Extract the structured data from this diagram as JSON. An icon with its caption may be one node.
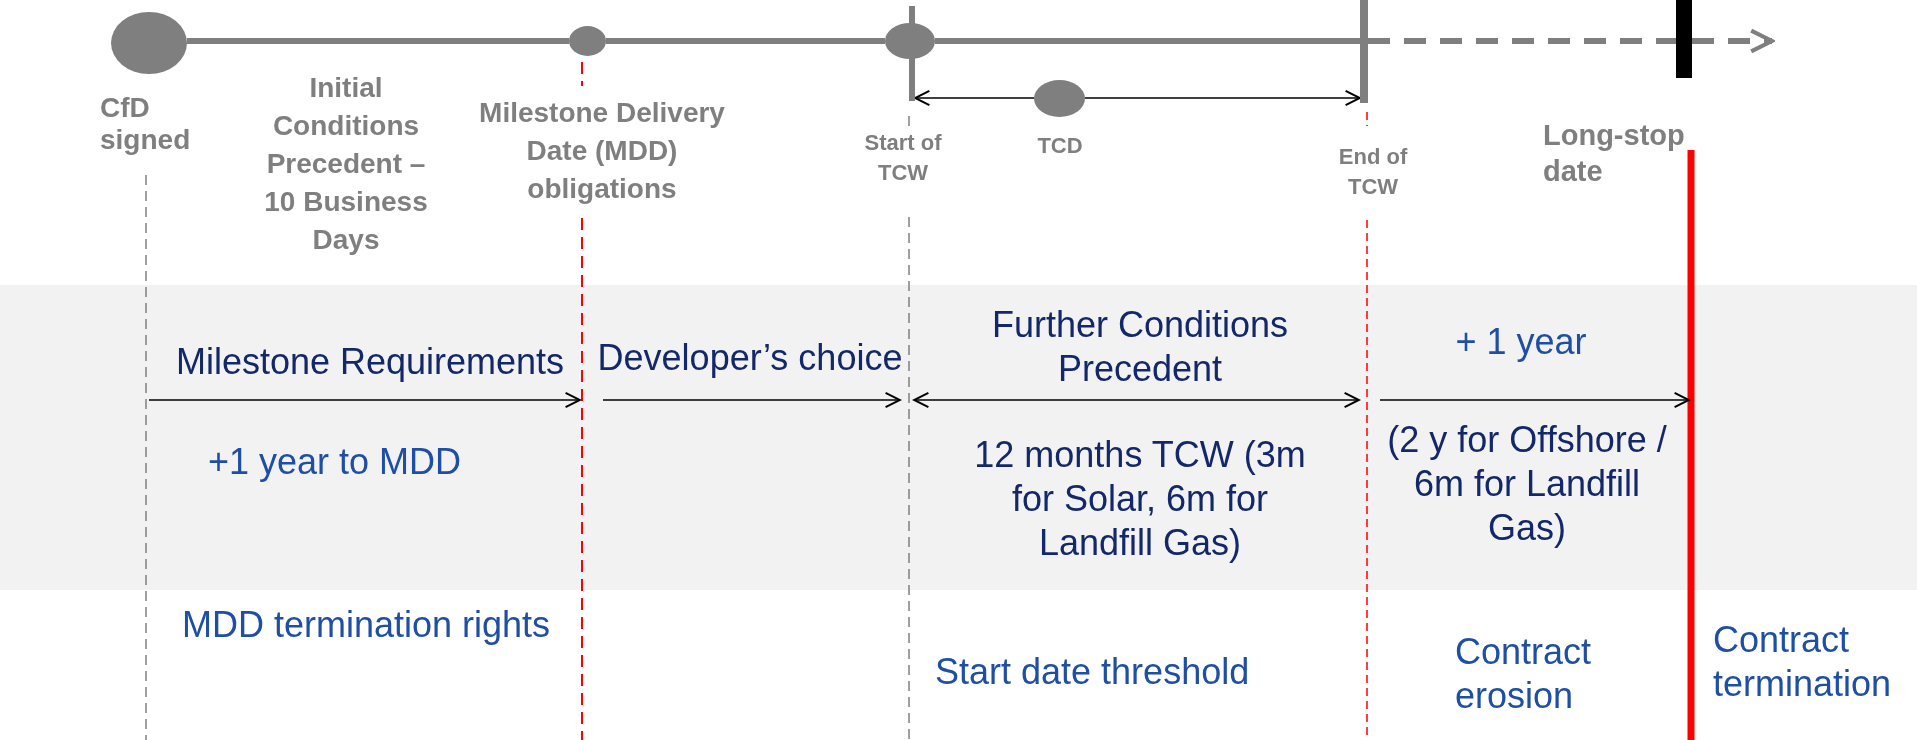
{
  "diagram": {
    "nodes": [
      {
        "text": [],
        "shape": "circle",
        "beside": [
          "CfD signed"
        ]
      },
      {
        "text": [],
        "shape": "circle",
        "beside": [
          "Milestone Delivery Date (MDD) obligations"
        ]
      },
      {
        "text": [],
        "shape": "circle"
      },
      {
        "text": [],
        "shape": "bar",
        "beside": [
          "Start of TCW"
        ]
      },
      {
        "text": [],
        "shape": "circle",
        "beside": [
          "TCD"
        ]
      },
      {
        "text": [],
        "shape": "bar",
        "beside": [
          "End of TCW"
        ]
      },
      {
        "text": [],
        "shape": "bar",
        "beside": [
          "Long-stop date"
        ]
      }
    ],
    "edges": [
      {
        "from": 0,
        "to": 1,
        "arrow": "none"
      },
      {
        "from": 1,
        "to": 2,
        "arrow": "none"
      },
      {
        "from": 2,
        "to": 5,
        "arrow": "none"
      },
      {
        "from": 5,
        "to": 6,
        "arrow": "none",
        "style": "dashed"
      },
      {
        "from": 6,
        "to": null,
        "arrow": "to",
        "style": "dashed"
      },
      {
        "from": 4,
        "to": 3,
        "arrow": "to",
        "color": "#000000"
      },
      {
        "from": 4,
        "to": 5,
        "arrow": "to",
        "color": "#000000"
      }
    ],
    "labels": [
      "Initial Conditions Precedent – 10 Business Days",
      "Milestone Requirements",
      "Developer’s choice",
      "Further Conditions Precedent",
      "+ 1 year",
      "+1 year to MDD",
      "12 months TCW (3m for Solar, 6m for Landfill Gas)",
      "(2 y for Offshore / 6m for Landfill Gas)",
      "MDD termination rights",
      "Start date threshold",
      "Contract erosion",
      "Contract termination"
    ]
  }
}
